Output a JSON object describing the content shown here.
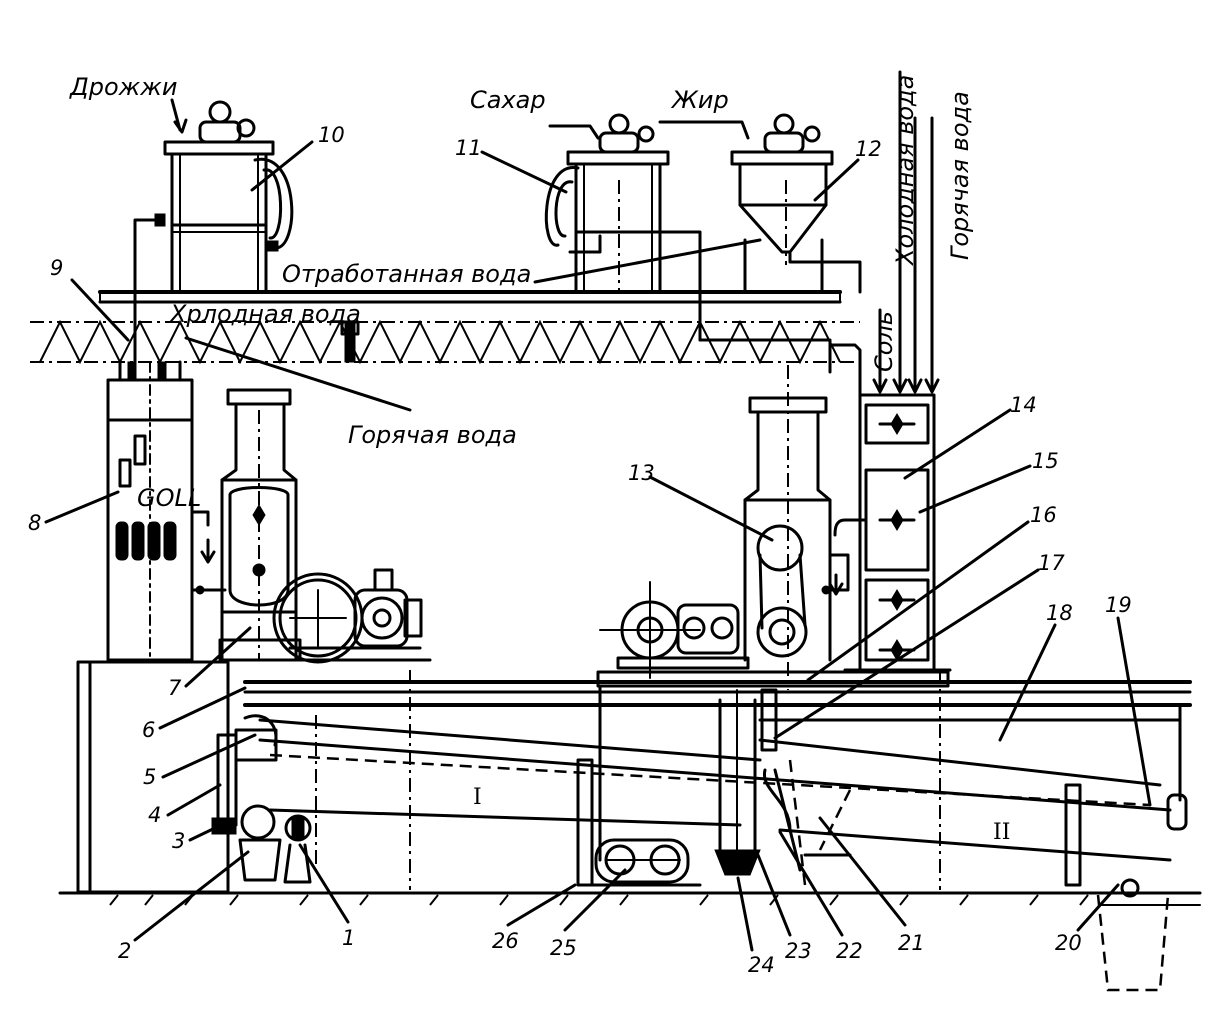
{
  "labels": {
    "yeast": "Дрожжи",
    "sugar": "Сахар",
    "fat": "Жир",
    "waste_water": "Отработанная вода",
    "cold_water_top": "Хрлодная вода",
    "hot_water_mid": "Горячая вода",
    "salt": "Соль",
    "cold_water_right": "Холодная вода",
    "hot_water_right": "Горячая вода",
    "meter_text": "GOLL",
    "zone_1": "I",
    "zone_2": "II"
  },
  "callouts": [
    "1",
    "2",
    "3",
    "4",
    "5",
    "6",
    "7",
    "8",
    "9",
    "10",
    "11",
    "12",
    "13",
    "14",
    "15",
    "16",
    "17",
    "18",
    "19",
    "20",
    "21",
    "22",
    "23",
    "24",
    "25",
    "26"
  ]
}
